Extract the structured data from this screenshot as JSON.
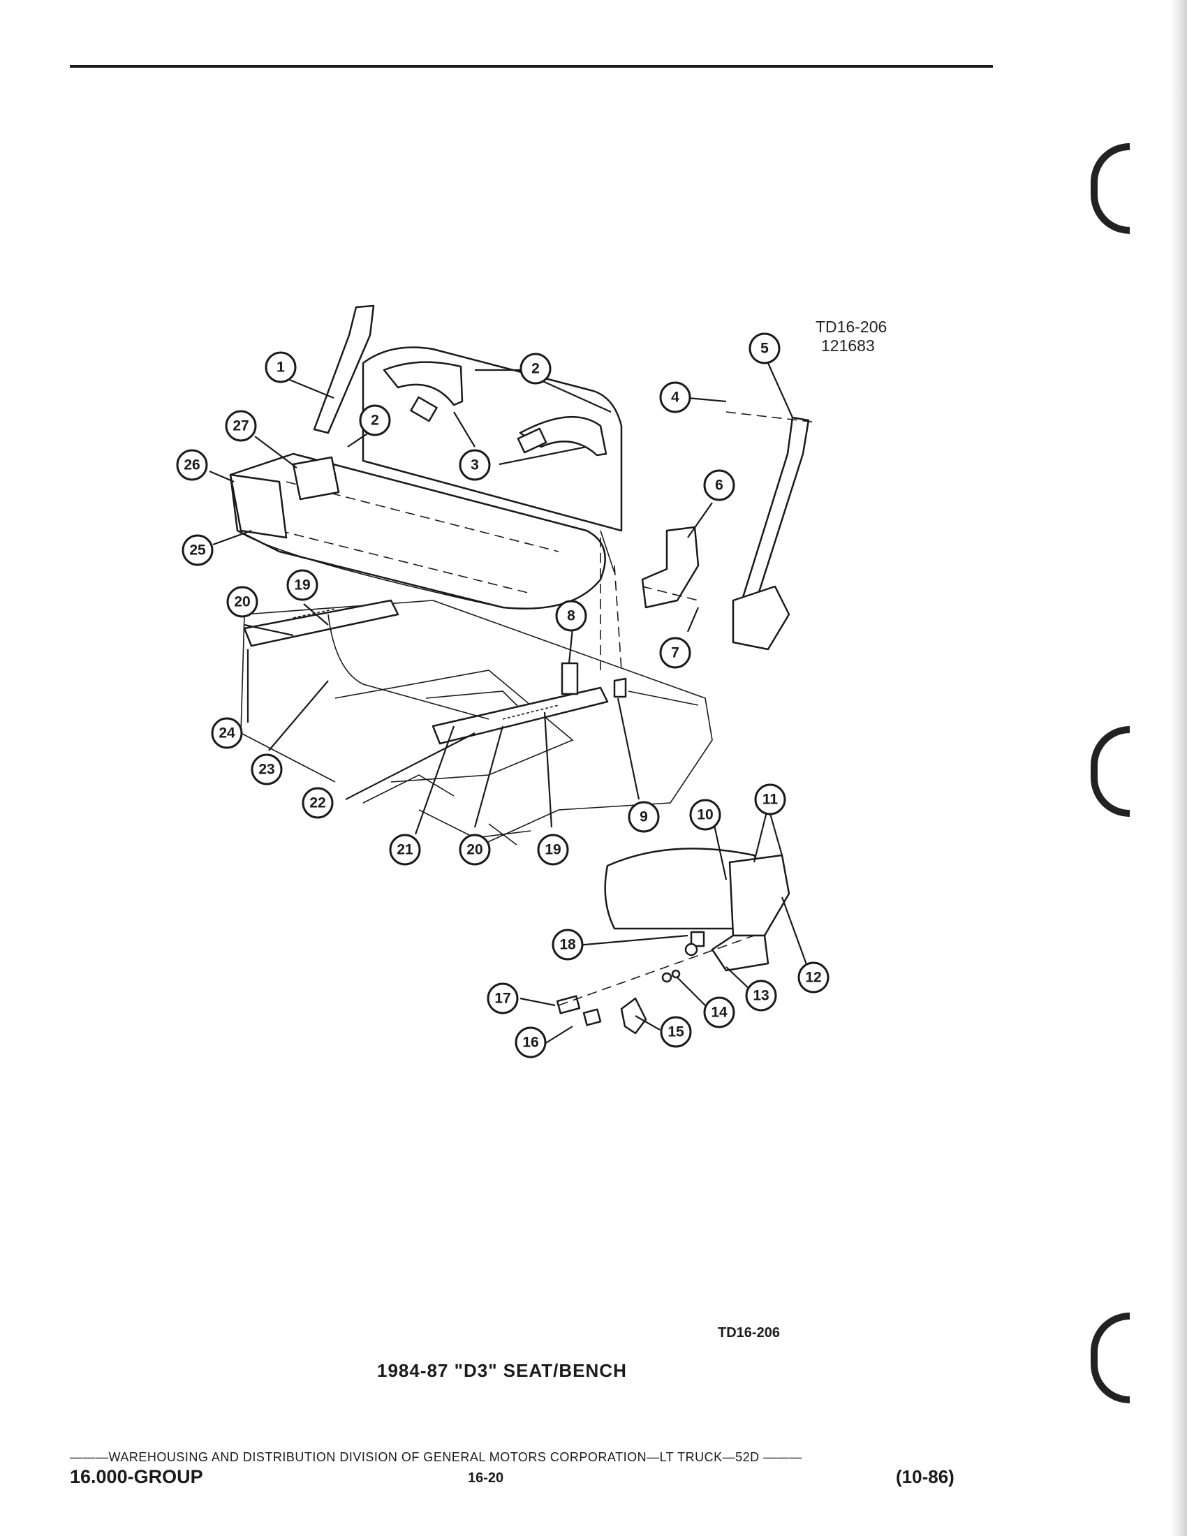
{
  "header": {
    "stamp_id": "TD16-206",
    "stamp_number": "121683"
  },
  "figure": {
    "id": "TD16-206",
    "caption": "1984-87 \"D3\" SEAT/BENCH",
    "callouts": [
      "1",
      "2",
      "2",
      "3",
      "4",
      "5",
      "6",
      "7",
      "8",
      "9",
      "10",
      "11",
      "12",
      "13",
      "14",
      "15",
      "16",
      "17",
      "18",
      "19",
      "19",
      "20",
      "20",
      "21",
      "22",
      "23",
      "24",
      "25",
      "26",
      "27"
    ]
  },
  "footer": {
    "line": "———WAREHOUSING AND DISTRIBUTION DIVISION OF GENERAL MOTORS CORPORATION—LT TRUCK—52D ———",
    "group": "16.000-GROUP",
    "page": "16-20",
    "date": "(10-86)"
  }
}
